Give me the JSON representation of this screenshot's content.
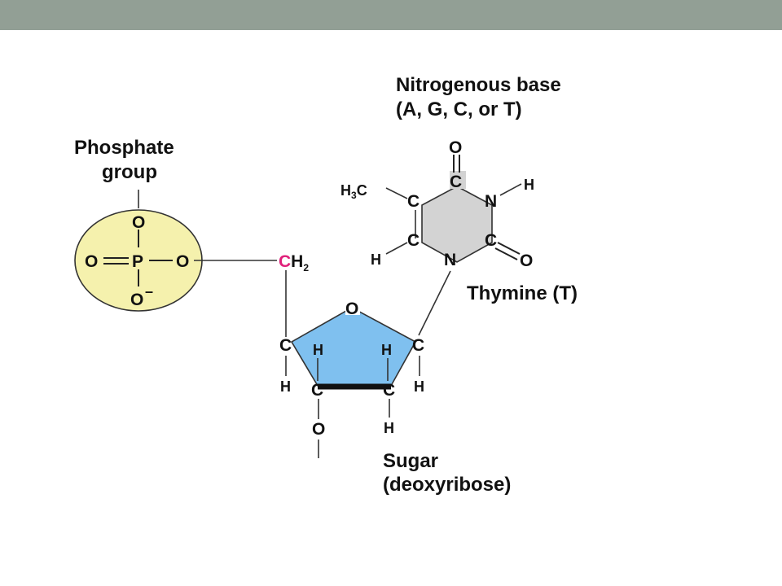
{
  "colors": {
    "top_bar": "#929f95",
    "phosphate_fill": "#f5f1ad",
    "base_fill": "#d3d3d3",
    "sugar_fill": "#7fc0ef",
    "sugar_carbon": "#e0207a",
    "bond": "#222222"
  },
  "labels": {
    "base_line1": "Nitrogenous base",
    "base_line2": "(A, G, C, or T)",
    "phosphate_line1": "Phosphate",
    "phosphate_line2": "group",
    "thymine": "Thymine (T)",
    "sugar_line1": "Sugar",
    "sugar_line2": "(deoxyribose)"
  },
  "atoms": {
    "O": "O",
    "P": "P",
    "C": "C",
    "N": "N",
    "H": "H",
    "CH": "CH",
    "minus": "–",
    "two": "2",
    "three": "3"
  }
}
